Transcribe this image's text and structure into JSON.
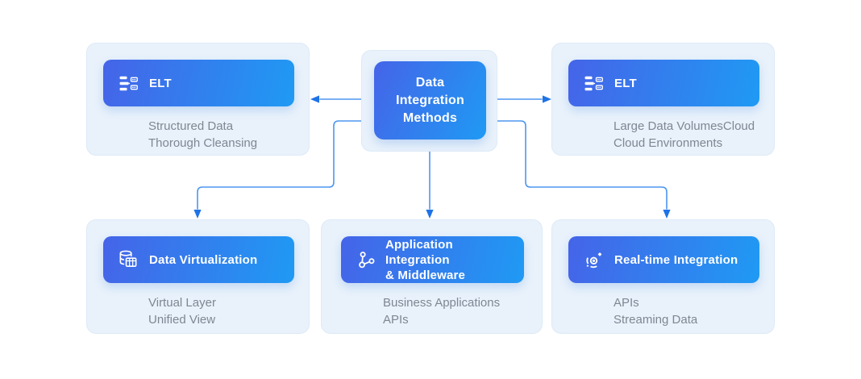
{
  "colors": {
    "page_bg": "#ffffff",
    "card_bg": "#e9f2fb",
    "card_border": "#ddeaf7",
    "node_grad_start": "#4564e8",
    "node_grad_end": "#1f9af4",
    "node_text": "#ffffff",
    "desc_text": "#7e8792",
    "connector": "#4e96f0",
    "arrowhead": "#1e73e6"
  },
  "center_node": {
    "label": "Data\nIntegration\nMethods"
  },
  "cards": {
    "top_left": {
      "icon": "elt-tree-icon",
      "label": "ELT",
      "lines": [
        "Structured Data",
        "Thorough Cleansing"
      ]
    },
    "top_right": {
      "icon": "elt-tree-icon",
      "label": "ELT",
      "lines": [
        "Large Data VolumesCloud",
        "Cloud Environments"
      ]
    },
    "bottom_left": {
      "icon": "database-table-icon",
      "label": "Data Virtualization",
      "lines": [
        "Virtual Layer",
        "Unified View"
      ]
    },
    "bottom_middle": {
      "icon": "network-nodes-icon",
      "label": "Application Integration\n& Middleware",
      "lines": [
        "Business Applications",
        "APIs"
      ]
    },
    "bottom_right": {
      "icon": "realtime-sync-icon",
      "label": "Real-time Integration",
      "lines": [
        "APIs",
        "Streaming Data"
      ]
    }
  }
}
